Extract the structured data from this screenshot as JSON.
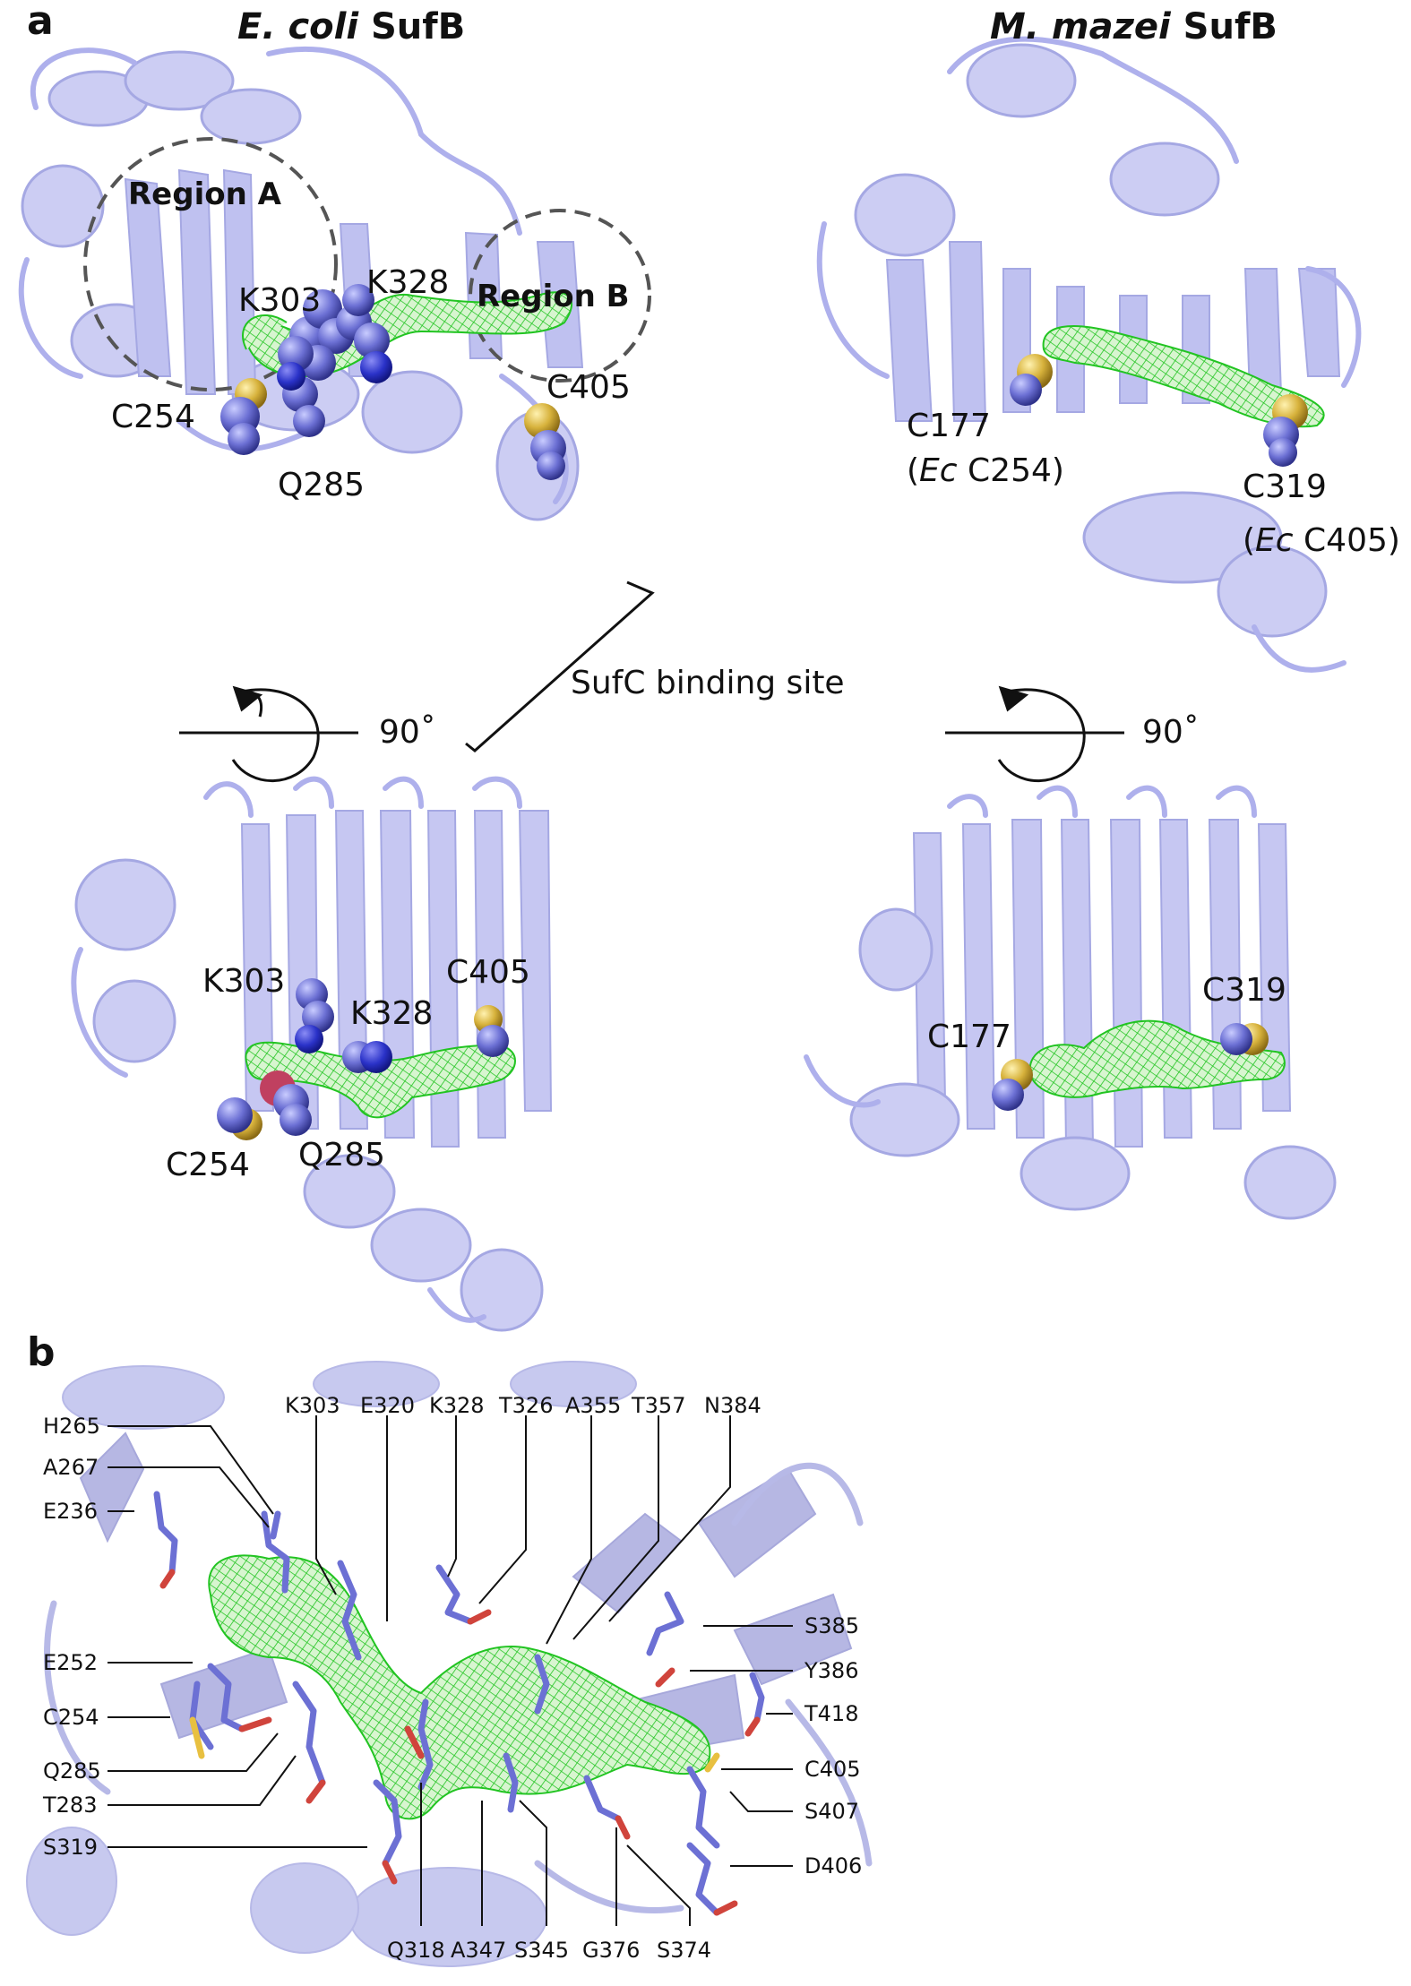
{
  "panel_a": {
    "letter": "a",
    "ecoli_title_species": "E. coli",
    "ecoli_title_protein": "SufB",
    "mmazei_title_species": "M. mazei",
    "mmazei_title_protein": "SufB",
    "region_a": "Region A",
    "region_b": "Region B",
    "sufc_site": "SufC binding site",
    "rotation_left": "90˚",
    "rotation_right": "90˚",
    "ecoli_top_residues": {
      "k303": "K303",
      "k328": "K328",
      "c254": "C254",
      "c405": "C405",
      "q285": "Q285"
    },
    "mmazei_top_residues": {
      "c177": "C177",
      "c177_ec_prefix": "Ec",
      "c177_ec": "C254",
      "c319": "C319",
      "c319_ec_prefix": "Ec",
      "c319_ec": "C405"
    },
    "ecoli_bottom_residues": {
      "k303": "K303",
      "k328": "K328",
      "c405": "C405",
      "c254": "C254",
      "q285": "Q285"
    },
    "mmazei_bottom_residues": {
      "c177": "C177",
      "c319": "C319"
    }
  },
  "panel_b": {
    "letter": "b",
    "top_labels": [
      "K303",
      "E320",
      "K328",
      "T326",
      "A355",
      "T357",
      "N384"
    ],
    "left_labels": [
      "H265",
      "A267",
      "E236",
      "E252",
      "C254",
      "Q285",
      "T283",
      "S319"
    ],
    "right_labels": [
      "S385",
      "Y386",
      "T418",
      "C405",
      "S407",
      "D406"
    ],
    "bottom_labels": [
      "Q318",
      "A347",
      "S345",
      "G376",
      "S374"
    ]
  },
  "colors": {
    "ribbon": "#b4b6ee",
    "residue": "#6c70d4",
    "sulfur": "#d7b23c",
    "tunnel_mesh": "#22cc22",
    "region_circle": "#555555"
  }
}
